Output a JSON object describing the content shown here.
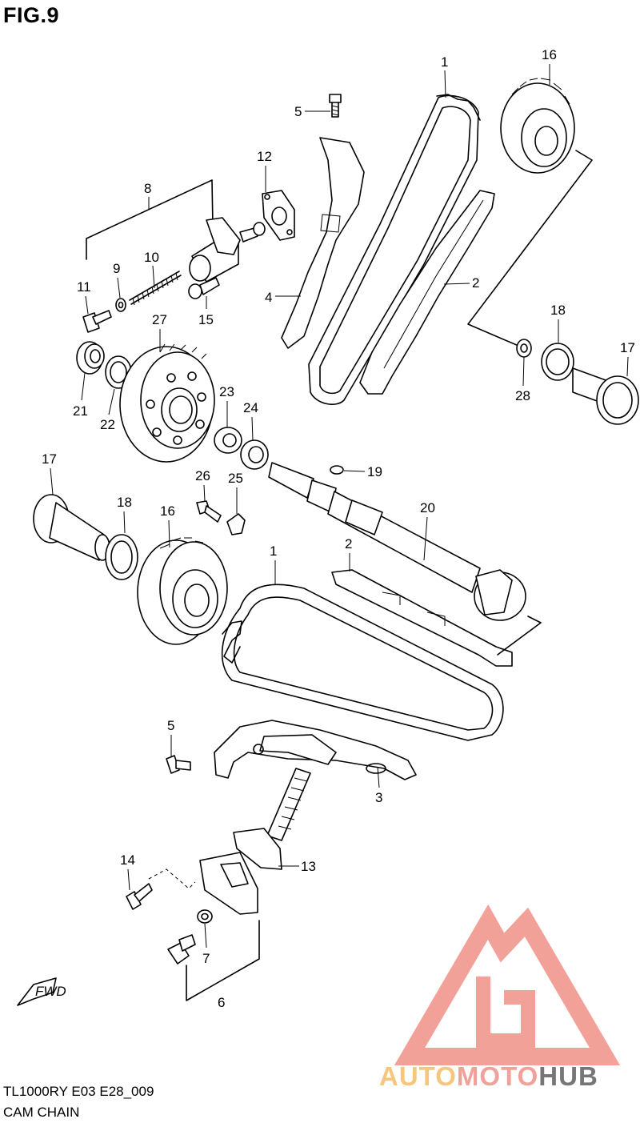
{
  "figure": {
    "title": "FIG.9",
    "model_code": "TL1000RY  E03  E28_009",
    "caption": "CAM CHAIN",
    "fwd_label": "FWD"
  },
  "callouts": [
    "1",
    "2",
    "3",
    "4",
    "5",
    "6",
    "7",
    "8",
    "9",
    "10",
    "11",
    "12",
    "13",
    "14",
    "15",
    "16",
    "17",
    "18",
    "19",
    "20",
    "21",
    "22",
    "23",
    "24",
    "25",
    "26",
    "27",
    "28"
  ],
  "watermark": {
    "word_auto": "AUTO",
    "word_moto": "MOTO",
    "word_hub": "HUB",
    "colors": {
      "auto": "#f5b95c",
      "moto": "#f08a80",
      "hub": "#555555",
      "triangle": "#f08a80"
    }
  }
}
